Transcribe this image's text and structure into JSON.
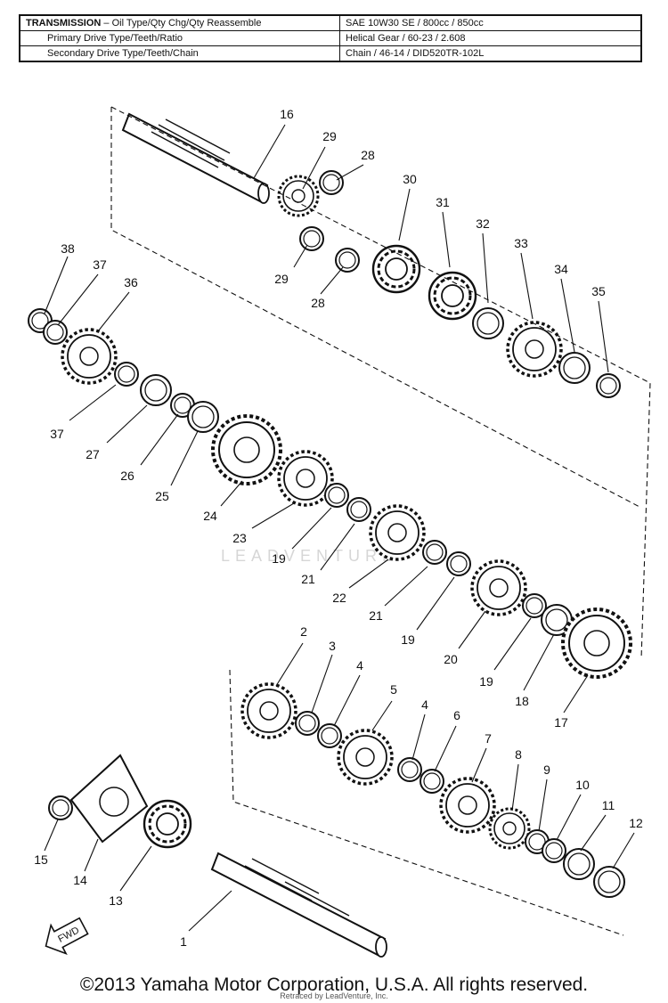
{
  "specs": {
    "rows": [
      {
        "label_bold": "TRANSMISSION",
        "label_rest": " – Oil Type/Qty Chg/Qty Reassemble",
        "value": "SAE 10W30 SE / 800cc / 850cc"
      },
      {
        "label": "Primary Drive Type/Teeth/Ratio",
        "value": "Helical Gear / 60-23 / 2.608"
      },
      {
        "label": "Secondary Drive Type/Teeth/Chain",
        "value": "Chain / 46-14 / DID520TR-102L"
      }
    ]
  },
  "diagram": {
    "watermark": "LEADVENTURE",
    "fwd_label": "FWD",
    "part_numbers": [
      "16",
      "29",
      "28",
      "30",
      "31",
      "32",
      "33",
      "34",
      "35",
      "29",
      "28",
      "38",
      "37",
      "36",
      "37",
      "27",
      "26",
      "25",
      "24",
      "23",
      "19",
      "21",
      "22",
      "21",
      "19",
      "20",
      "19",
      "18",
      "17",
      "2",
      "3",
      "4",
      "5",
      "4",
      "6",
      "7",
      "8",
      "9",
      "10",
      "11",
      "12",
      "15",
      "14",
      "13",
      "1"
    ]
  },
  "footer": {
    "copyright": "©2013 Yamaha Motor Corporation, U.S.A. All rights reserved.",
    "retraced": "Retraced by LeadVenture, Inc."
  }
}
